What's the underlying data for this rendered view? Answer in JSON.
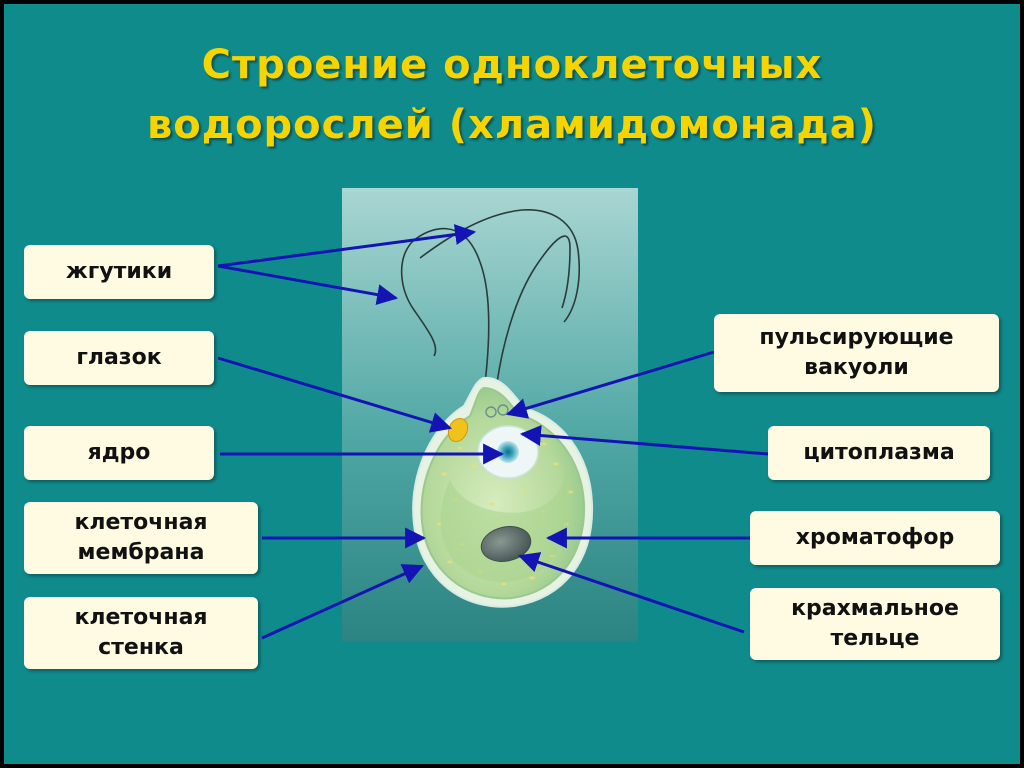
{
  "title": {
    "line1": "Строение одноклеточных",
    "line2": "водорослей (хламидомонада)"
  },
  "labels": {
    "flagella": "жгутики",
    "eyespot": "глазок",
    "nucleus": "ядро",
    "membrane_line1": "клеточная",
    "membrane_line2": "мембрана",
    "wall_line1": "клеточная",
    "wall_line2": "стенка",
    "vacuoles_line1": "пульсирующие",
    "vacuoles_line2": "вакуоли",
    "cytoplasm": "цитоплазма",
    "chromatophore": "хроматофор",
    "starch_line1": "крахмальное",
    "starch_line2": "тельце"
  },
  "colors": {
    "background": "#0f8b8c",
    "title": "#f6d400",
    "label_bg": "#fffbe3",
    "arrow": "#1414b4",
    "cell_fill": "#bcdca0",
    "chromatophore": "#9fcf7e",
    "eyespot": "#f2c21c",
    "starch": "#5b6b67"
  }
}
